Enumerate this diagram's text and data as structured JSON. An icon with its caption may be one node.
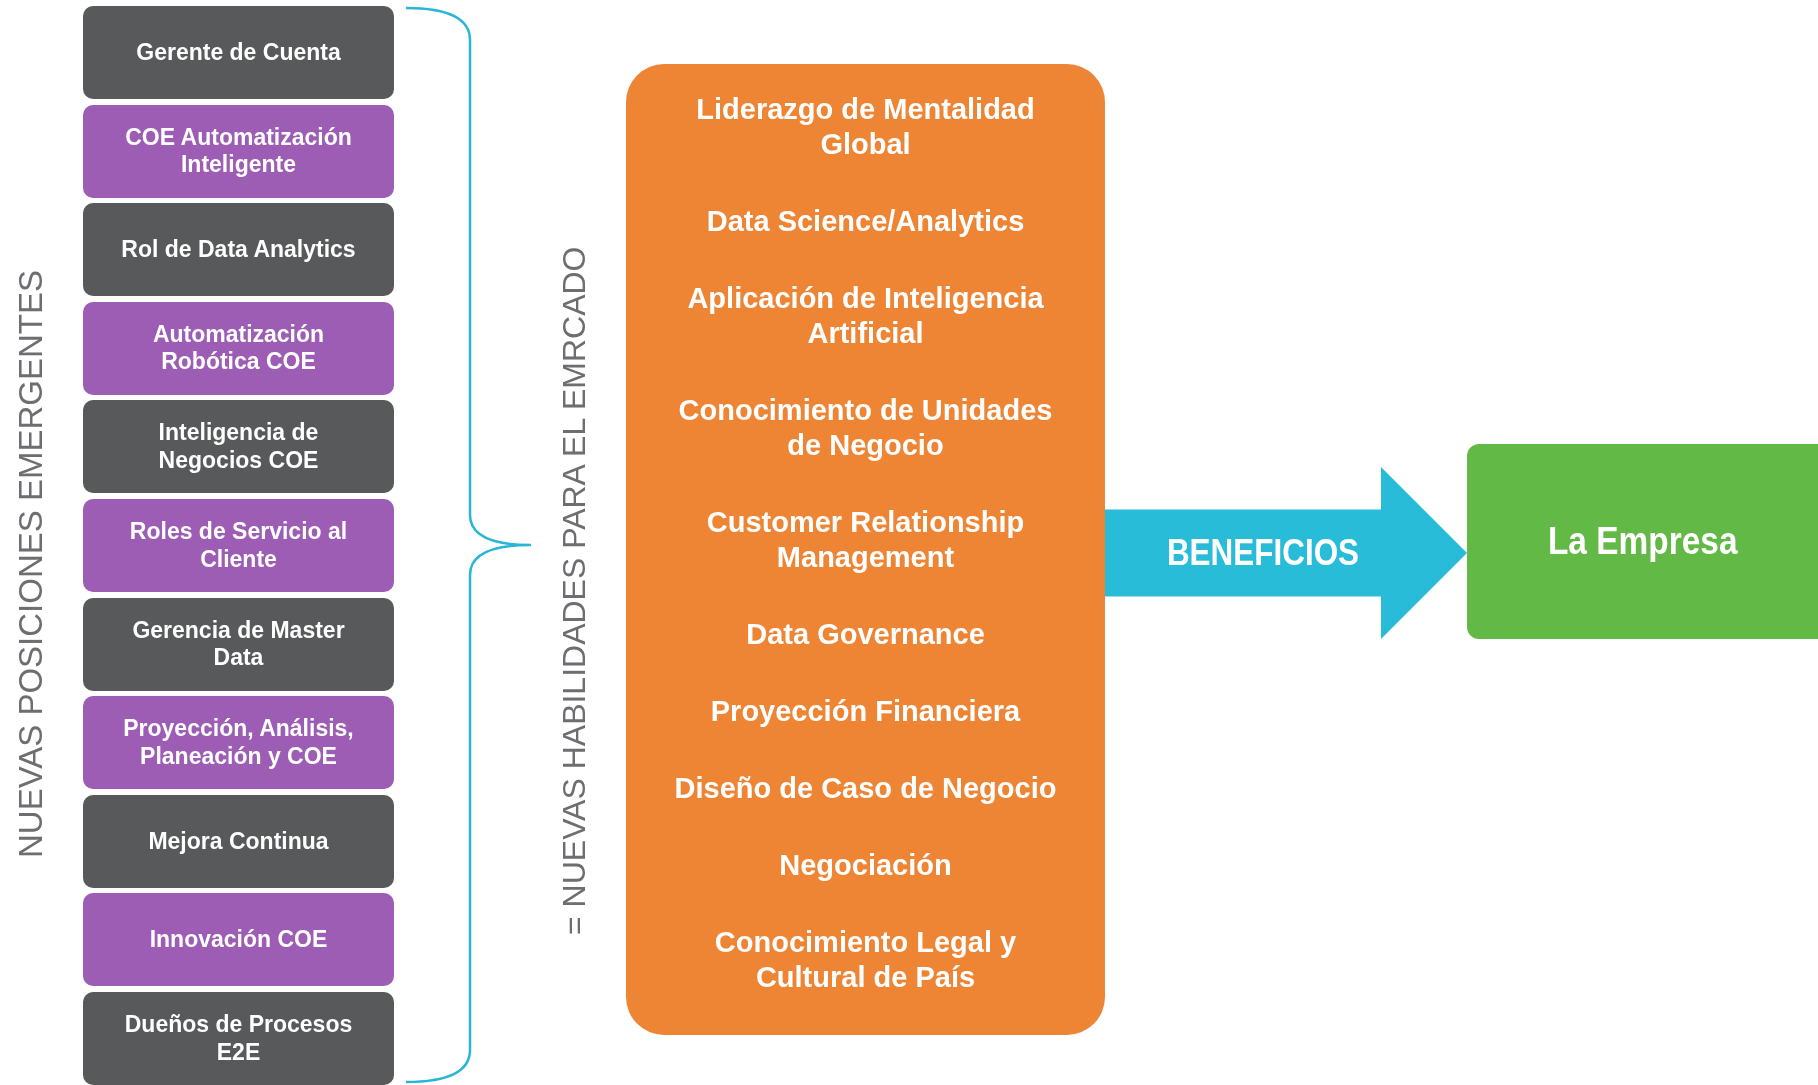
{
  "diagram": {
    "nodes": [
      {
        "text": [
          "Gerente de Cuenta"
        ]
      },
      {
        "text": [
          "COE Automatización Inteligente"
        ]
      },
      {
        "text": [
          "Rol de Data Analytics"
        ]
      },
      {
        "text": [
          "Automatización Robótica COE"
        ]
      },
      {
        "text": [
          "Inteligencia de Negocios COE"
        ]
      },
      {
        "text": [
          "Roles de Servicio al Cliente"
        ]
      },
      {
        "text": [
          "Gerencia de Master Data"
        ]
      },
      {
        "text": [
          "Proyección, Análisis, Planeación y COE"
        ]
      },
      {
        "text": [
          "Mejora Continua"
        ]
      },
      {
        "text": [
          "Innovación COE"
        ]
      },
      {
        "text": [
          "Dueños de Procesos E2E"
        ]
      },
      {
        "text": [
          "Liderazgo de Mentalidad Global",
          "Data Science/Analytics",
          "Aplicación de Inteligencia Artificial",
          "Conocimiento de Unidades de Negocio",
          "Customer Relationship Management",
          "Data Governance",
          "Proyección Financiera",
          "Diseño de Caso de Negocio",
          "Negociación",
          "Conocimiento Legal y Cultural de País"
        ]
      },
      {
        "text": [
          "La Empresa"
        ]
      }
    ],
    "edges": [
      {
        "from": 11,
        "to": 12,
        "arrow": "to",
        "label": "BENEFICIOS"
      }
    ],
    "labels": [
      "NUEVAS POSICIONES EMERGENTES",
      "= NUEVAS HABILIDADES PARA EL EMRCADO"
    ]
  }
}
